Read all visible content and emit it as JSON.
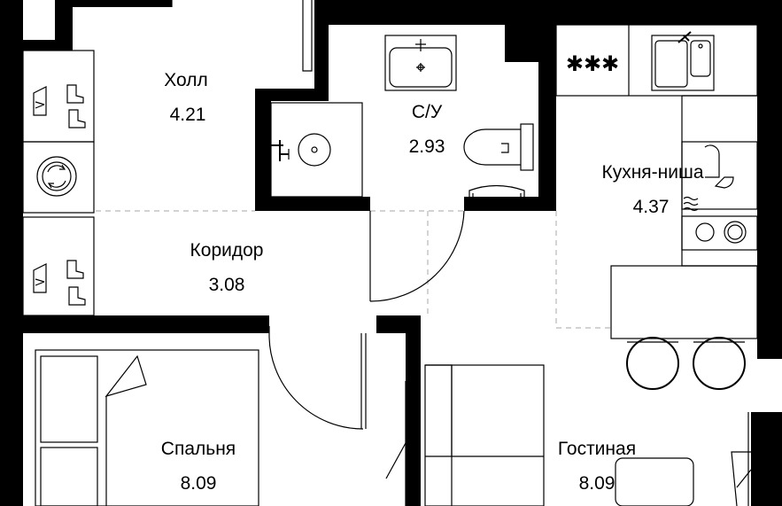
{
  "rooms": [
    {
      "id": "hall",
      "name": "Холл",
      "area": "4.21"
    },
    {
      "id": "bathroom",
      "name": "С/У",
      "area": "2.93"
    },
    {
      "id": "kitchen",
      "name": "Кухня-ниша",
      "area": "4.37"
    },
    {
      "id": "corridor",
      "name": "Коридор",
      "area": "3.08"
    },
    {
      "id": "bedroom",
      "name": "Спальня",
      "area": "8.09"
    },
    {
      "id": "living",
      "name": "Гостиная",
      "area": "8.09"
    }
  ],
  "stove_symbol": "✱✱✱",
  "icons": [
    "washing-machine-icon",
    "wardrobe-icon",
    "sink-icon",
    "shower-icon",
    "toilet-icon",
    "stove-icon",
    "dishwasher-icon",
    "bed-icon",
    "sofa-icon",
    "chair-icon",
    "door-icon"
  ]
}
